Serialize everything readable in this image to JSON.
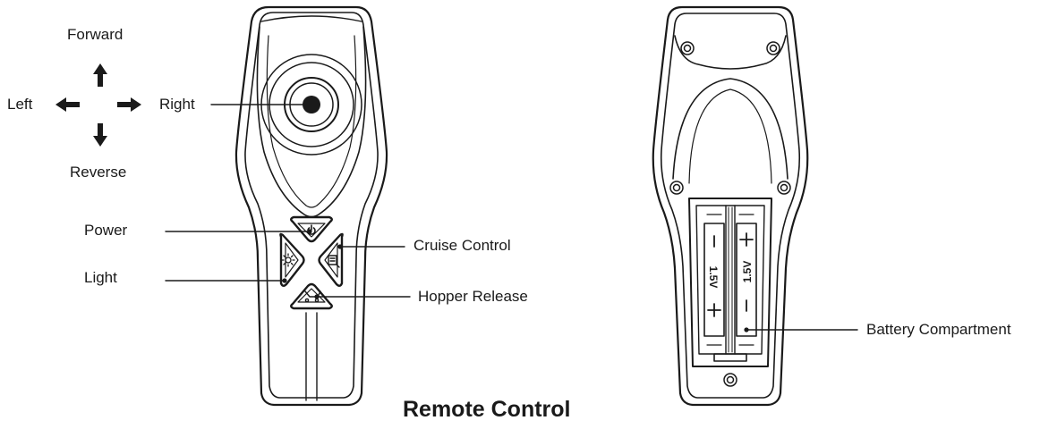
{
  "title": "Remote Control",
  "directions": {
    "forward": "Forward",
    "reverse": "Reverse",
    "left": "Left",
    "right": "Right"
  },
  "callouts": {
    "power": "Power",
    "light": "Light",
    "cruise_control": "Cruise Control",
    "hopper_release": "Hopper Release",
    "battery_compartment": "Battery Compartment"
  },
  "battery": {
    "cell_1": "1.5V",
    "cell_2": "1.5V"
  },
  "icons": {
    "power": "power-icon",
    "light": "light-icon",
    "cruise": "cruise-control-icon",
    "hopper": "hopper-release-icon",
    "arrows": [
      "arrow-up-icon",
      "arrow-down-icon",
      "arrow-left-icon",
      "arrow-right-icon"
    ]
  },
  "colors": {
    "ink": "#1a1a1a",
    "background": "#ffffff"
  }
}
